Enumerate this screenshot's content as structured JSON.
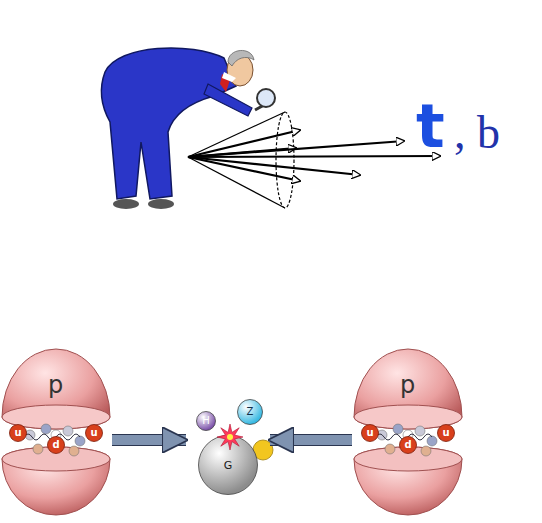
{
  "diagram": {
    "nodes": [
      {
        "text": [
          "p"
        ]
      },
      {
        "text": [
          "H"
        ]
      },
      {
        "text": [
          "Z"
        ]
      },
      {
        "text": [
          "G"
        ]
      },
      {
        "text": [
          "p"
        ]
      }
    ],
    "edges": [
      {
        "from": 0,
        "to": 3,
        "arrow": "to"
      },
      {
        "from": 4,
        "to": 3,
        "arrow": "to"
      }
    ],
    "labels": [
      "t",
      ", b",
      "u",
      "u",
      "d",
      "u",
      "u",
      "d"
    ]
  }
}
